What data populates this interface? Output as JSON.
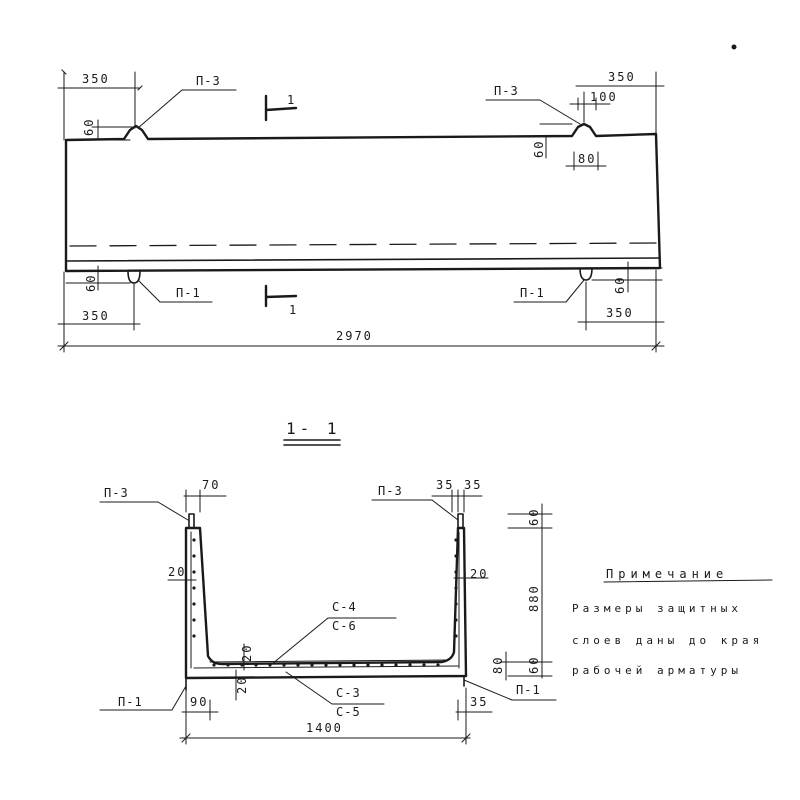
{
  "labels": {
    "p3": "П-3",
    "p1": "П-1",
    "section_mark": "1",
    "section_title": "1- 1",
    "c4": "С-4",
    "c6": "С-6",
    "c3": "С-3",
    "c5": "С-5"
  },
  "elevation_dims": {
    "left_top_350": "350",
    "right_top_350": "350",
    "right_100": "100",
    "left_60": "60",
    "right_60": "60",
    "right_80": "80",
    "bottom_left_60": "60",
    "bottom_right_60": "60",
    "bottom_left_350": "350",
    "bottom_right_350": "350",
    "total_length": "2970"
  },
  "section_dims": {
    "top_70": "70",
    "top_35a": "35",
    "top_35b": "35",
    "left_20": "20",
    "right_20": "20",
    "bottom_20a": "20",
    "bottom_20b": "20",
    "height_60": "60",
    "height_880": "880",
    "height_80": "80",
    "height_60b": "60",
    "left_90": "90",
    "right_35": "35",
    "width_1400": "1400"
  },
  "note": {
    "title": "Примечание",
    "line1": "Размеры защитных",
    "line2": "слоев даны до края",
    "line3": "рабочей арматуры"
  }
}
